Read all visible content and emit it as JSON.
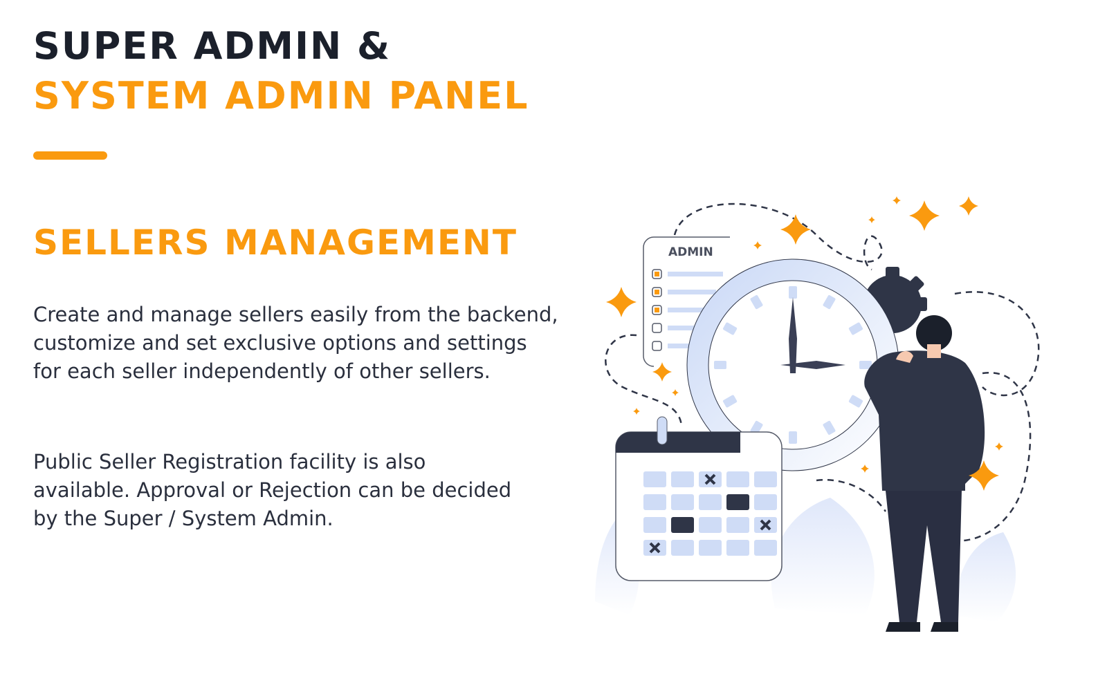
{
  "header": {
    "title_line1": "SUPER ADMIN &",
    "title_line2": "SYSTEM ADMIN PANEL"
  },
  "section": {
    "title": "SELLERS MANAGEMENT",
    "paragraph1": "Create and manage sellers easily from the backend, customize and set exclusive options and settings for each seller independently of other sellers.",
    "paragraph2": "Public Seller Registration facility is also available. Approval or Rejection can be decided by the Super / System Admin."
  },
  "illustration": {
    "checklist_title": "ADMIN",
    "checked_items": 3,
    "total_items": 5
  },
  "colors": {
    "accent": "#fa9a0f",
    "dark": "#1b202b",
    "light_blue": "#cfdcf6",
    "navy": "#2f3547"
  }
}
